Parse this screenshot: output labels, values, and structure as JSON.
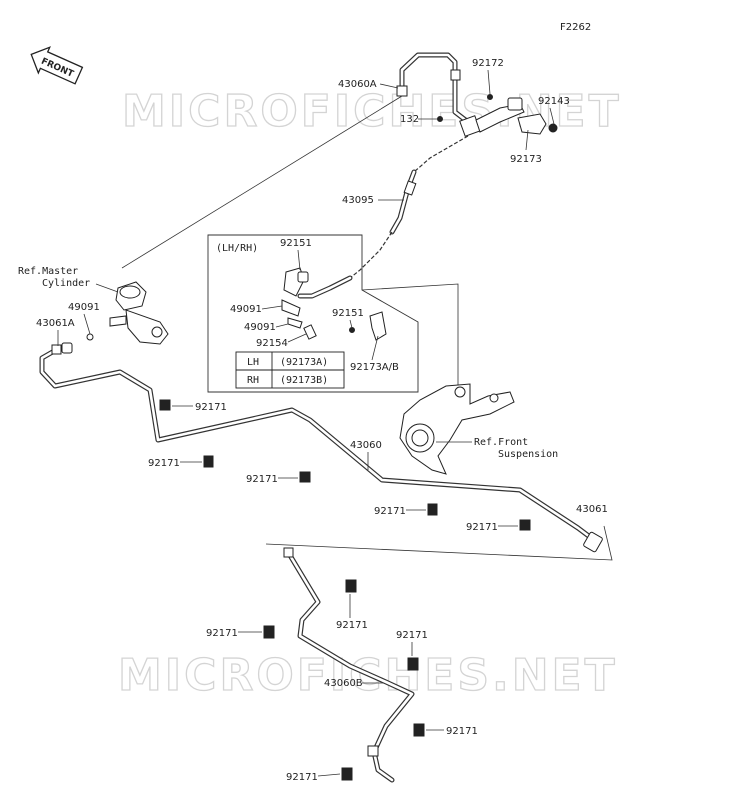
{
  "figure_code": "F2262",
  "direction_tag": "FRONT",
  "watermark": "MICROFICHES.NET",
  "inset": {
    "title": "(LH/RH)",
    "table": [
      {
        "side": "LH",
        "part": "(92173A)"
      },
      {
        "side": "RH",
        "part": "(92173B)"
      }
    ]
  },
  "references": {
    "master_cylinder": "Ref.Master\nCylinder",
    "front_suspension": "Ref.Front\nSuspension"
  },
  "callouts": [
    {
      "id": "c-43060A",
      "text": "43060A"
    },
    {
      "id": "c-92172",
      "text": "92172"
    },
    {
      "id": "c-92143",
      "text": "92143"
    },
    {
      "id": "c-132",
      "text": "132"
    },
    {
      "id": "c-92173",
      "text": "92173"
    },
    {
      "id": "c-43095",
      "text": "43095"
    },
    {
      "id": "c-92151-a",
      "text": "92151"
    },
    {
      "id": "c-49091-a",
      "text": "49091"
    },
    {
      "id": "c-49091-b",
      "text": "49091"
    },
    {
      "id": "c-92154",
      "text": "92154"
    },
    {
      "id": "c-92151-b",
      "text": "92151"
    },
    {
      "id": "c-92173AB",
      "text": "92173A/B"
    },
    {
      "id": "c-49091-c",
      "text": "49091"
    },
    {
      "id": "c-43061A",
      "text": "43061A"
    },
    {
      "id": "c-92171-1",
      "text": "92171"
    },
    {
      "id": "c-43060",
      "text": "43060"
    },
    {
      "id": "c-92171-2",
      "text": "92171"
    },
    {
      "id": "c-92171-3",
      "text": "92171"
    },
    {
      "id": "c-92171-4",
      "text": "92171"
    },
    {
      "id": "c-43061",
      "text": "43061"
    },
    {
      "id": "c-92171-5",
      "text": "92171"
    },
    {
      "id": "c-92171-6",
      "text": "92171"
    },
    {
      "id": "c-92171-7",
      "text": "92171"
    },
    {
      "id": "c-92171-8",
      "text": "92171"
    },
    {
      "id": "c-43060B",
      "text": "43060B"
    },
    {
      "id": "c-92171-9",
      "text": "92171"
    },
    {
      "id": "c-92171-10",
      "text": "92171"
    }
  ]
}
